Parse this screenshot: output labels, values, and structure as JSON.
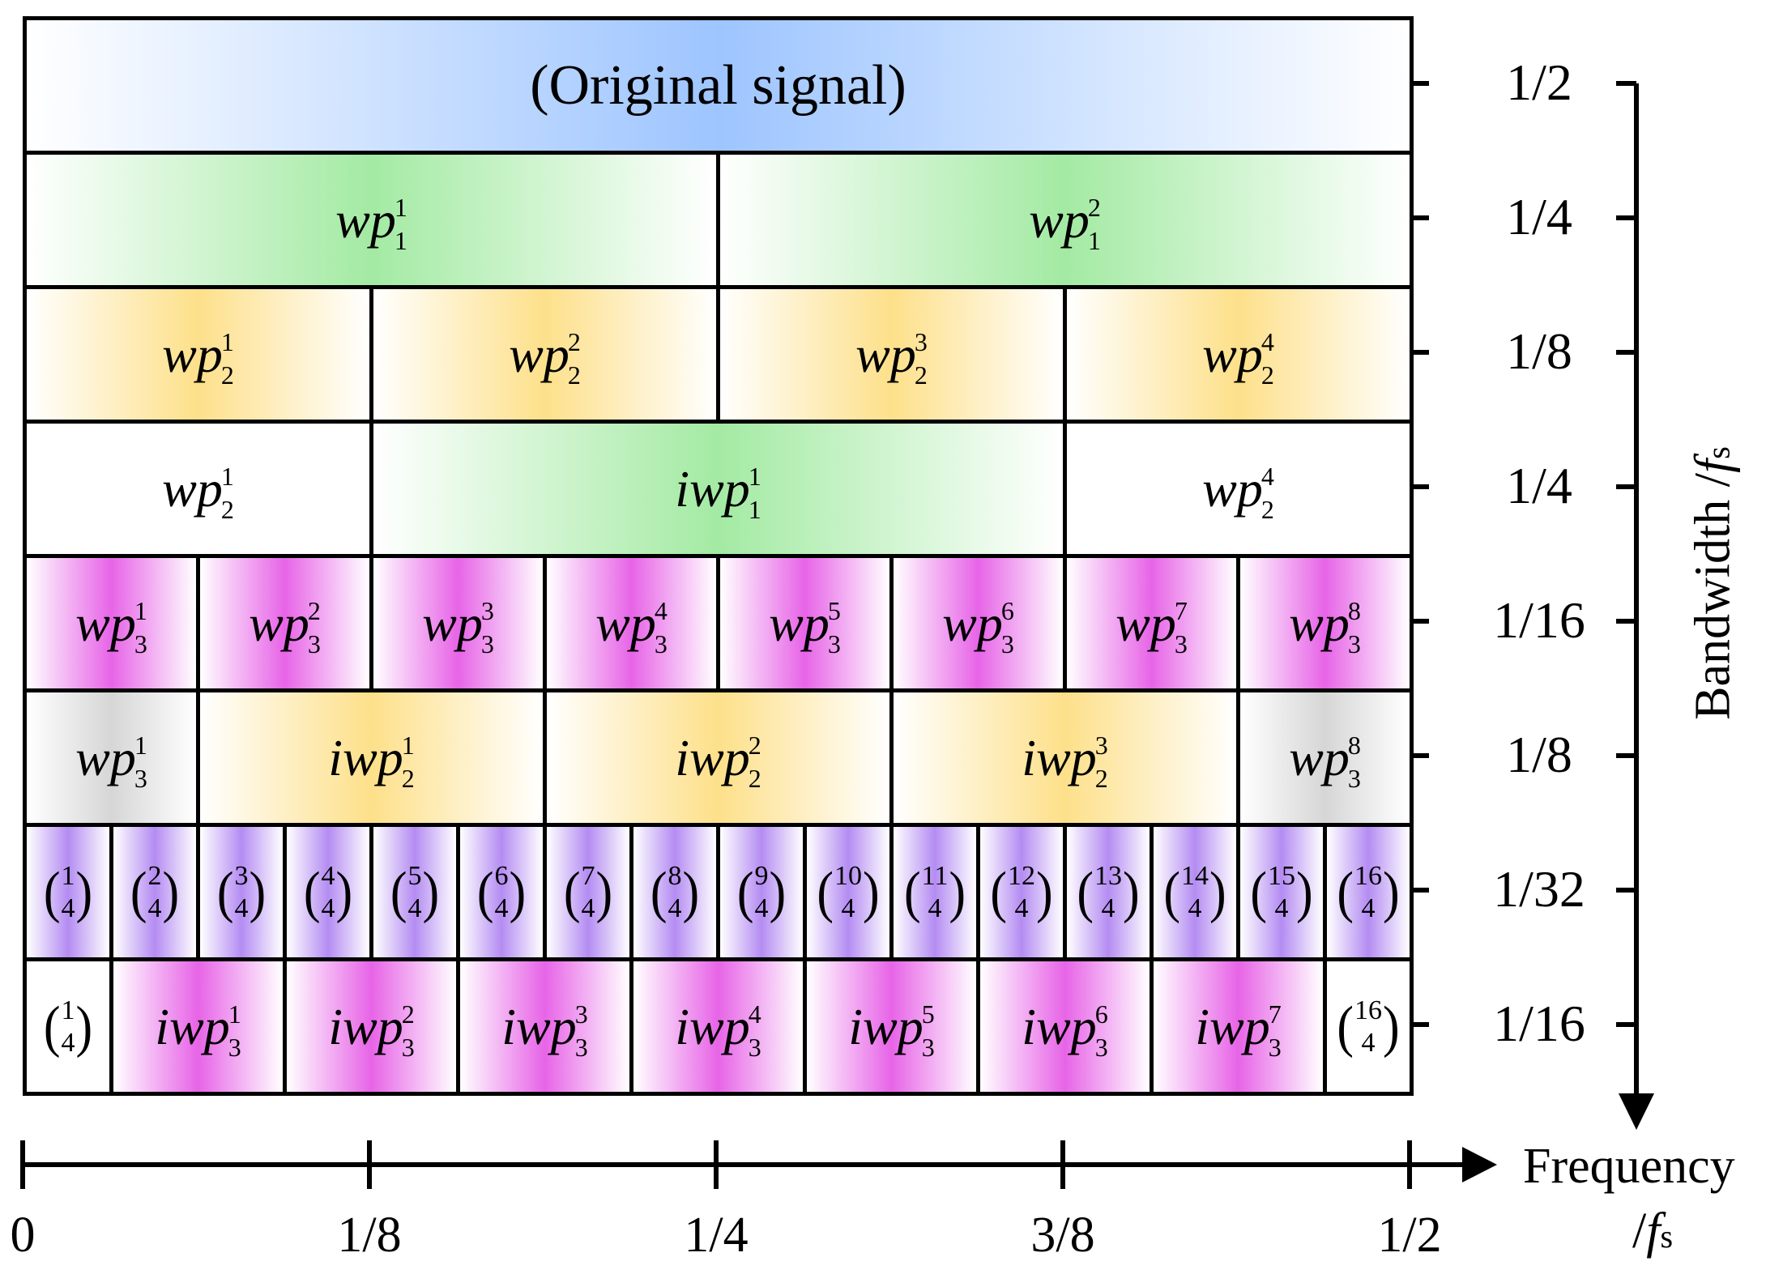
{
  "colors": {
    "blue": "#9ec5ff",
    "green": "#a3eaa3",
    "yellow": "#fde08a",
    "magenta": "#e764e7",
    "violet": "#b48cf2",
    "gray": "#d9d9d9",
    "white": "#ffffff"
  },
  "rows": [
    {
      "bandwidth": "1/2",
      "cells": [
        {
          "text": "(Original signal)",
          "span": 16,
          "color": "blue"
        }
      ]
    },
    {
      "bandwidth": "1/4",
      "cells": [
        {
          "core": "wp",
          "sup": "1",
          "sub": "1",
          "span": 8,
          "color": "green"
        },
        {
          "core": "wp",
          "sup": "2",
          "sub": "1",
          "span": 8,
          "color": "green"
        }
      ]
    },
    {
      "bandwidth": "1/8",
      "cells": [
        {
          "core": "wp",
          "sup": "1",
          "sub": "2",
          "span": 4,
          "color": "yellow"
        },
        {
          "core": "wp",
          "sup": "2",
          "sub": "2",
          "span": 4,
          "color": "yellow"
        },
        {
          "core": "wp",
          "sup": "3",
          "sub": "2",
          "span": 4,
          "color": "yellow"
        },
        {
          "core": "wp",
          "sup": "4",
          "sub": "2",
          "span": 4,
          "color": "yellow"
        }
      ]
    },
    {
      "bandwidth": "1/4",
      "cells": [
        {
          "core": "wp",
          "sup": "1",
          "sub": "2",
          "span": 4,
          "color": "white"
        },
        {
          "prefix": "i",
          "core": "wp",
          "sup": "1",
          "sub": "1",
          "span": 8,
          "color": "green"
        },
        {
          "core": "wp",
          "sup": "4",
          "sub": "2",
          "span": 4,
          "color": "white"
        }
      ]
    },
    {
      "bandwidth": "1/16",
      "cells": [
        {
          "core": "wp",
          "sup": "1",
          "sub": "3",
          "span": 2,
          "color": "magenta"
        },
        {
          "core": "wp",
          "sup": "2",
          "sub": "3",
          "span": 2,
          "color": "magenta"
        },
        {
          "core": "wp",
          "sup": "3",
          "sub": "3",
          "span": 2,
          "color": "magenta"
        },
        {
          "core": "wp",
          "sup": "4",
          "sub": "3",
          "span": 2,
          "color": "magenta"
        },
        {
          "core": "wp",
          "sup": "5",
          "sub": "3",
          "span": 2,
          "color": "magenta"
        },
        {
          "core": "wp",
          "sup": "6",
          "sub": "3",
          "span": 2,
          "color": "magenta"
        },
        {
          "core": "wp",
          "sup": "7",
          "sub": "3",
          "span": 2,
          "color": "magenta"
        },
        {
          "core": "wp",
          "sup": "8",
          "sub": "3",
          "span": 2,
          "color": "magenta"
        }
      ]
    },
    {
      "bandwidth": "1/8",
      "cells": [
        {
          "core": "wp",
          "sup": "1",
          "sub": "3",
          "span": 2,
          "color": "gray"
        },
        {
          "prefix": "i",
          "core": "wp",
          "sup": "1",
          "sub": "2",
          "span": 4,
          "color": "yellow"
        },
        {
          "prefix": "i",
          "core": "wp",
          "sup": "2",
          "sub": "2",
          "span": 4,
          "color": "yellow"
        },
        {
          "prefix": "i",
          "core": "wp",
          "sup": "3",
          "sub": "2",
          "span": 4,
          "color": "yellow"
        },
        {
          "core": "wp",
          "sup": "8",
          "sub": "3",
          "span": 2,
          "color": "gray"
        }
      ]
    },
    {
      "bandwidth": "1/32",
      "cells": [
        {
          "binom": [
            "1",
            "4"
          ],
          "span": 1,
          "color": "violet"
        },
        {
          "binom": [
            "2",
            "4"
          ],
          "span": 1,
          "color": "violet"
        },
        {
          "binom": [
            "3",
            "4"
          ],
          "span": 1,
          "color": "violet"
        },
        {
          "binom": [
            "4",
            "4"
          ],
          "span": 1,
          "color": "violet"
        },
        {
          "binom": [
            "5",
            "4"
          ],
          "span": 1,
          "color": "violet"
        },
        {
          "binom": [
            "6",
            "4"
          ],
          "span": 1,
          "color": "violet"
        },
        {
          "binom": [
            "7",
            "4"
          ],
          "span": 1,
          "color": "violet"
        },
        {
          "binom": [
            "8",
            "4"
          ],
          "span": 1,
          "color": "violet"
        },
        {
          "binom": [
            "9",
            "4"
          ],
          "span": 1,
          "color": "violet"
        },
        {
          "binom": [
            "10",
            "4"
          ],
          "span": 1,
          "color": "violet"
        },
        {
          "binom": [
            "11",
            "4"
          ],
          "span": 1,
          "color": "violet"
        },
        {
          "binom": [
            "12",
            "4"
          ],
          "span": 1,
          "color": "violet"
        },
        {
          "binom": [
            "13",
            "4"
          ],
          "span": 1,
          "color": "violet"
        },
        {
          "binom": [
            "14",
            "4"
          ],
          "span": 1,
          "color": "violet"
        },
        {
          "binom": [
            "15",
            "4"
          ],
          "span": 1,
          "color": "violet"
        },
        {
          "binom": [
            "16",
            "4"
          ],
          "span": 1,
          "color": "violet"
        }
      ]
    },
    {
      "bandwidth": "1/16",
      "cells": [
        {
          "binom": [
            "1",
            "4"
          ],
          "span": 1,
          "color": "white"
        },
        {
          "prefix": "i",
          "core": "wp",
          "sup": "1",
          "sub": "3",
          "span": 2,
          "color": "magenta"
        },
        {
          "prefix": "i",
          "core": "wp",
          "sup": "2",
          "sub": "3",
          "span": 2,
          "color": "magenta"
        },
        {
          "prefix": "i",
          "core": "wp",
          "sup": "3",
          "sub": "3",
          "span": 2,
          "color": "magenta"
        },
        {
          "prefix": "i",
          "core": "wp",
          "sup": "4",
          "sub": "3",
          "span": 2,
          "color": "magenta"
        },
        {
          "prefix": "i",
          "core": "wp",
          "sup": "5",
          "sub": "3",
          "span": 2,
          "color": "magenta"
        },
        {
          "prefix": "i",
          "core": "wp",
          "sup": "6",
          "sub": "3",
          "span": 2,
          "color": "magenta"
        },
        {
          "prefix": "i",
          "core": "wp",
          "sup": "7",
          "sub": "3",
          "span": 2,
          "color": "magenta"
        },
        {
          "binom": [
            "16",
            "4"
          ],
          "span": 1,
          "color": "white"
        }
      ]
    }
  ],
  "x_axis": {
    "ticks": [
      "0",
      "1/8",
      "1/4",
      "3/8",
      "1/2"
    ],
    "title": "Frequency",
    "unit_prefix": "/",
    "unit_var": "f",
    "unit_sub": "s"
  },
  "y_axis": {
    "title": "Bandwidth /",
    "unit_var": "f",
    "unit_sub": "s"
  }
}
